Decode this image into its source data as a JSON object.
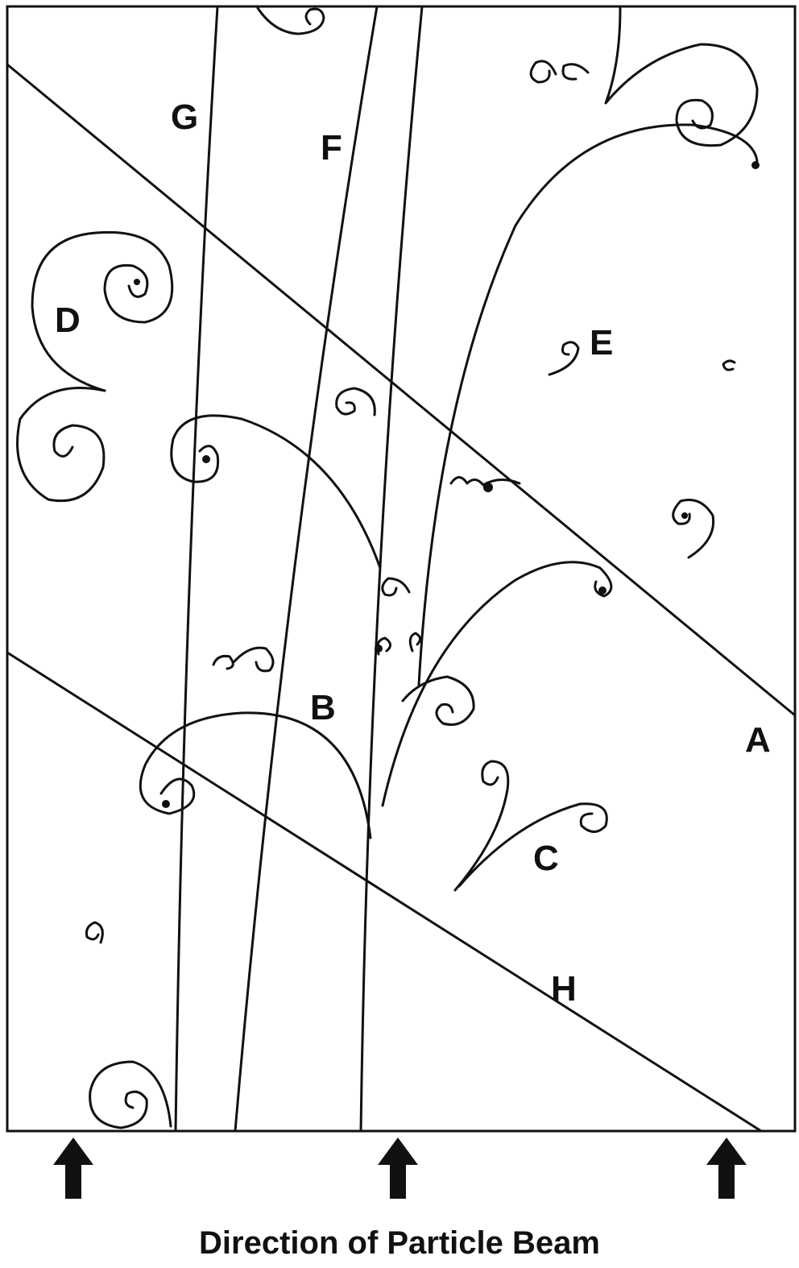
{
  "labels": {
    "A": "A",
    "B": "B",
    "C": "C",
    "D": "D",
    "E": "E",
    "F": "F",
    "G": "G",
    "H": "H"
  },
  "caption": "Direction of Particle Beam"
}
